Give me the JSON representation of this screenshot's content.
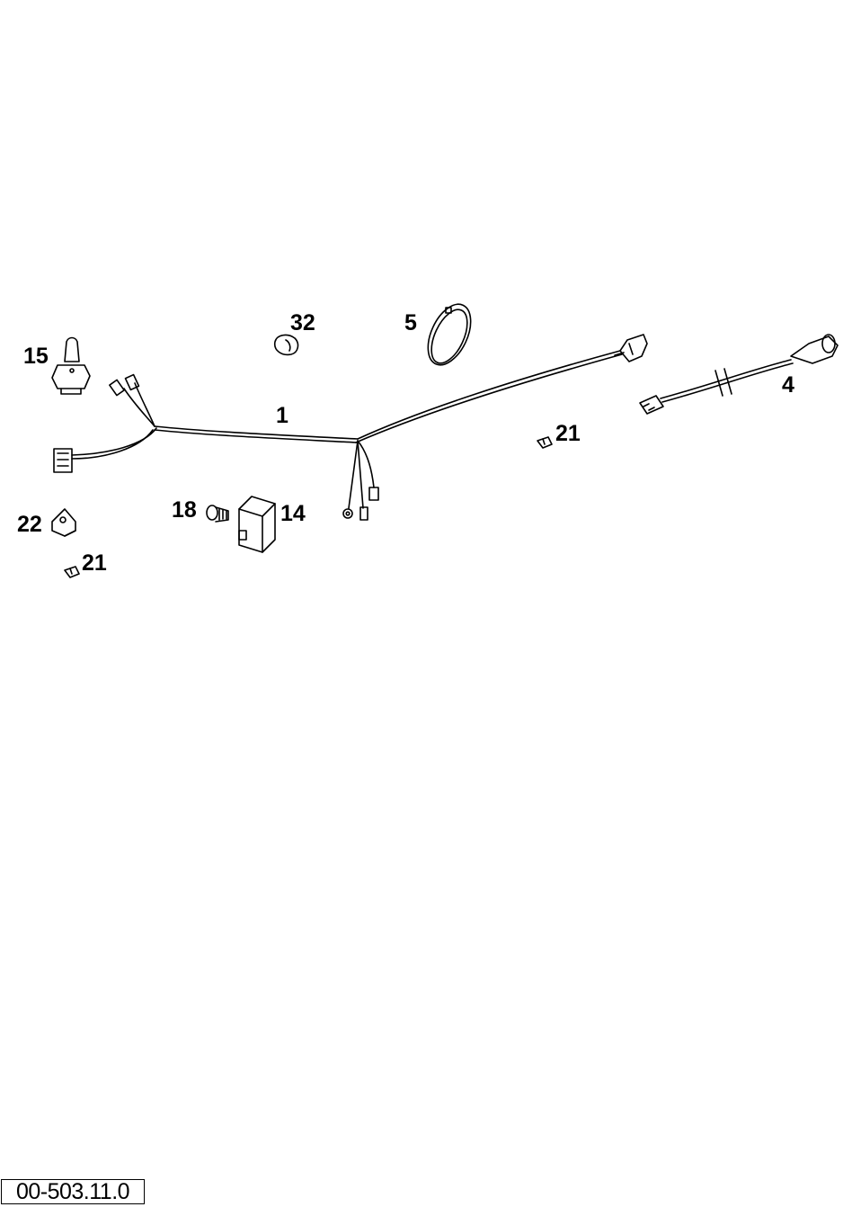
{
  "diagram": {
    "callouts": {
      "harness": "1",
      "cable": "4",
      "clamp": "5",
      "relay": "14",
      "switch": "15",
      "screw": "18",
      "nut_right": "21",
      "nut_left": "21",
      "bracket": "22",
      "grommet": "32"
    },
    "reference_code": "00-503.11.0"
  }
}
